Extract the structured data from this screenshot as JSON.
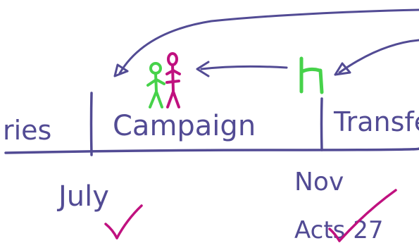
{
  "colors": {
    "ink": "#524b94",
    "green": "#46d24a",
    "magenta": "#c0117f",
    "background": "#ffffff"
  },
  "timeline": {
    "segments": [
      {
        "label": "ries"
      },
      {
        "label": "Campaign"
      },
      {
        "label": "Transfe"
      }
    ]
  },
  "dates": {
    "july": "July",
    "nov": "Nov",
    "acts": "Acts 27"
  },
  "icons": {
    "green_person": "stick-figure-icon",
    "magenta_person": "stick-figure-icon",
    "green_figure": "standing-figure-icon",
    "arrows": "arrow-icon",
    "strike": "strike-mark-icon"
  }
}
